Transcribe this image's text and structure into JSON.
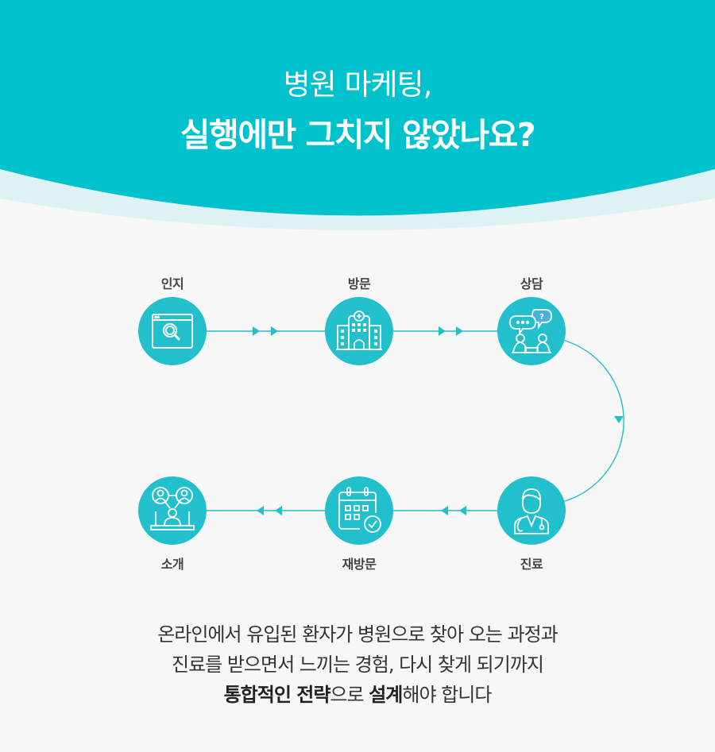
{
  "header": {
    "title_line1": "병원 마케팅,",
    "title_line2": "실행에만 그치지 않았나요?",
    "colors": {
      "primary": "#00c2cc",
      "light_band": "#dff2f3",
      "background": "#f7f7f7"
    }
  },
  "flow": {
    "accent_color": "#22bfcc",
    "steps": [
      {
        "label": "인지",
        "icon": "browser-search-icon"
      },
      {
        "label": "방문",
        "icon": "hospital-building-icon"
      },
      {
        "label": "상담",
        "icon": "consultation-chat-icon"
      },
      {
        "label": "진료",
        "icon": "doctor-icon"
      },
      {
        "label": "재방문",
        "icon": "calendar-check-icon"
      },
      {
        "label": "소개",
        "icon": "referral-network-icon"
      }
    ]
  },
  "description": {
    "line1": "온라인에서 유입된 환자가 병원으로 찾아 오는 과정과",
    "line2": "진료를 받으면서 느끼는 경험, 다시 찾게 되기까지",
    "line3_parts": {
      "bold1": "통합적인 전략",
      "normal1": "으로 ",
      "bold2": "설계",
      "normal2": "해야 합니다"
    }
  }
}
